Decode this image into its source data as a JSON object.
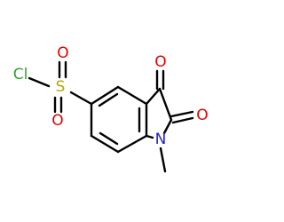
{
  "molecule": {
    "atoms": {
      "cl": {
        "text": "Cl",
        "color": "#2fa32f"
      },
      "s": {
        "text": "S",
        "color": "#b8a700"
      },
      "o_sulfonyl_top": {
        "text": "O",
        "color": "#e60000"
      },
      "o_sulfonyl_bottom": {
        "text": "O",
        "color": "#e60000"
      },
      "o_ketone_c3": {
        "text": "O",
        "color": "#e60000"
      },
      "o_ketone_c2": {
        "text": "O",
        "color": "#e60000"
      },
      "n": {
        "text": "N",
        "color": "#2020e0"
      }
    },
    "bond_color": "#000000"
  }
}
